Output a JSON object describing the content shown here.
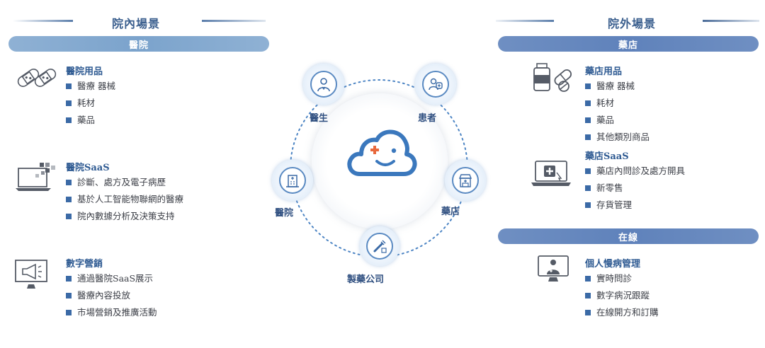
{
  "left": {
    "section_title": "院內場景",
    "pill": "醫院",
    "groups": [
      {
        "title": "醫院用品",
        "items": [
          "醫療 器械",
          "耗材",
          "藥品"
        ]
      },
      {
        "title": "醫院SaaS",
        "items": [
          "診斷、處方及電子病歷",
          "基於人工智能物聯網的醫療",
          "院內數據分析及決策支持"
        ]
      },
      {
        "title": "數字營銷",
        "items": [
          "通過醫院SaaS展示",
          "醫療內容投放",
          "市場營銷及推廣活動"
        ]
      }
    ]
  },
  "center": {
    "nodes": [
      "醫生",
      "患者",
      "醫院",
      "藥店",
      "製藥公司"
    ]
  },
  "right": {
    "section_title": "院外場景",
    "pill_pharmacy": "藥店",
    "pill_online": "在線",
    "groups": [
      {
        "title": "藥店用品",
        "items": [
          "醫療 器械",
          "耗材",
          "藥品",
          "其他類別商品"
        ]
      },
      {
        "title": "藥店SaaS",
        "items": [
          "藥店內問診及處方開具",
          "新零售",
          "存貨管理"
        ]
      },
      {
        "title": "個人慢病管理",
        "items": [
          "實時問診",
          "數字病況跟蹤",
          "在線開方和訂購"
        ]
      }
    ]
  },
  "colors": {
    "accent": "#3b6aa6",
    "pill_light": "#7ba3cc",
    "pill_dark": "#5f82bb",
    "cross": "#e8683c"
  }
}
